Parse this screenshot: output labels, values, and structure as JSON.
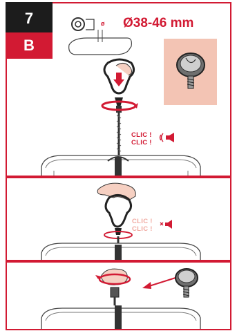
{
  "step": {
    "number": "7",
    "letter": "B"
  },
  "diameter_label": "Ø38-46 mm",
  "small_diameter_symbol": "ø",
  "panel1": {
    "sound_text": [
      "CLIC !",
      "CLIC !"
    ],
    "icon": "speaker-sound-icon"
  },
  "panel2": {
    "sound_text": [
      "CLIC !",
      "CLIC !"
    ],
    "icon": "speaker-muted-icon"
  },
  "colors": {
    "accent": "#d21a33",
    "dark": "#1c1c1c",
    "inset_bg": "#f3c4b4"
  }
}
